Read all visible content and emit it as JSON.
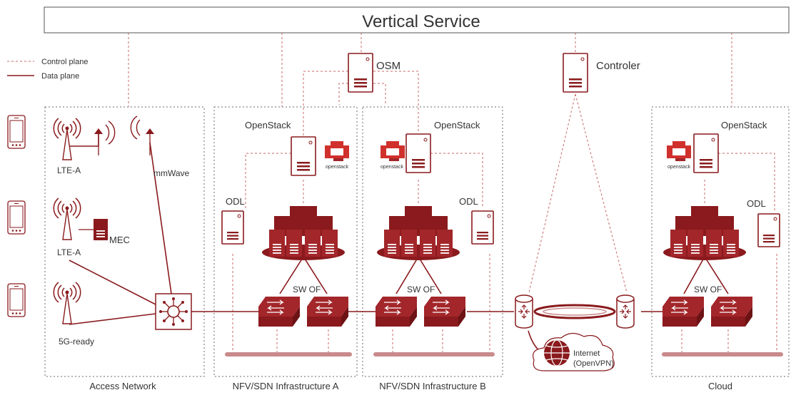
{
  "title": "Vertical Service",
  "legend": {
    "control": "Control plane",
    "data": "Data plane"
  },
  "orchestrators": {
    "osm": "OSM",
    "controller": "Controler"
  },
  "access": {
    "lte_a_top": "LTE-A",
    "mmwave": "mmWave",
    "lte_a_mid": "LTE-A",
    "mec": "MEC",
    "fiveg": "5G-ready"
  },
  "infra_a": {
    "openstack": "OpenStack",
    "odl": "ODL",
    "sw_of": "SW OF",
    "logo": "openstack"
  },
  "infra_b": {
    "openstack": "OpenStack",
    "odl": "ODL",
    "sw_of": "SW OF",
    "logo": "openstack"
  },
  "cloud_infra": {
    "openstack": "OpenStack",
    "odl": "ODL",
    "sw_of": "SW OF",
    "logo": "openstack"
  },
  "internet": {
    "line1": "Internet",
    "line2": "(OpenVPN)"
  },
  "regions": {
    "access": "Access Network",
    "a": "NFV/SDN Infrastructure A",
    "b": "NFV/SDN Infrastructure B",
    "cloud": "Cloud"
  },
  "colors": {
    "primary": "#8a1a1d",
    "control": "#c8676a",
    "bus": "#c98a8c",
    "logo": "#d0312d"
  },
  "icons": [
    "phone-icon",
    "antenna-icon",
    "server-icon",
    "server-stack-icon",
    "of-switch-icon",
    "hub-switch-icon",
    "router-icon",
    "globe-icon",
    "cloud-icon",
    "openstack-logo-icon",
    "mec-icon"
  ]
}
